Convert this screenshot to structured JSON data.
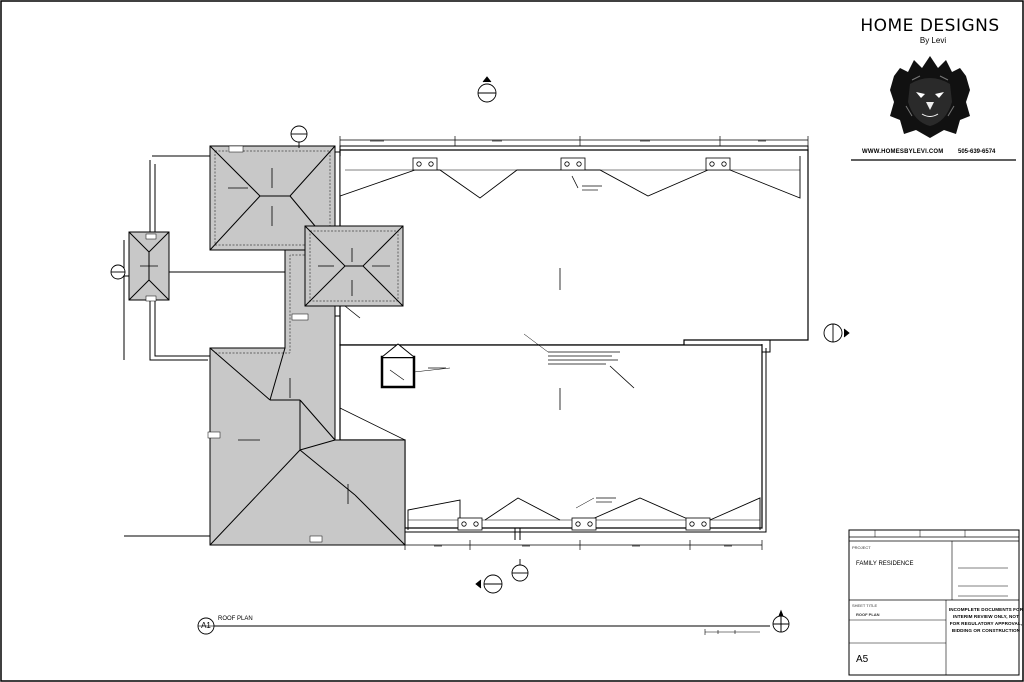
{
  "brand": {
    "title": "HOME DESIGNS",
    "subtitle": "By Levi",
    "website": "WWW.HOMESBYLEVI.COM",
    "phone": "505-639-6574",
    "logo_icon": "lion-head-icon"
  },
  "drawing": {
    "view_number": "A1",
    "view_title": "ROOF PLAN",
    "roof_color": "#c8c8c8",
    "line_color": "#000000"
  },
  "title_block": {
    "project_caption": "PROJECT",
    "project_name": "FAMILY RESIDENCE",
    "sheet_caption": "SHEET TITLE",
    "sheet_title": "ROOF PLAN",
    "sheet_number": "A5",
    "disclaimer": "INCOMPLETE DOCUMENTS FOR INTERIM REVIEW ONLY, NOT FOR REGULATORY APPROVAL, BIDDING OR CONSTRUCTION"
  }
}
